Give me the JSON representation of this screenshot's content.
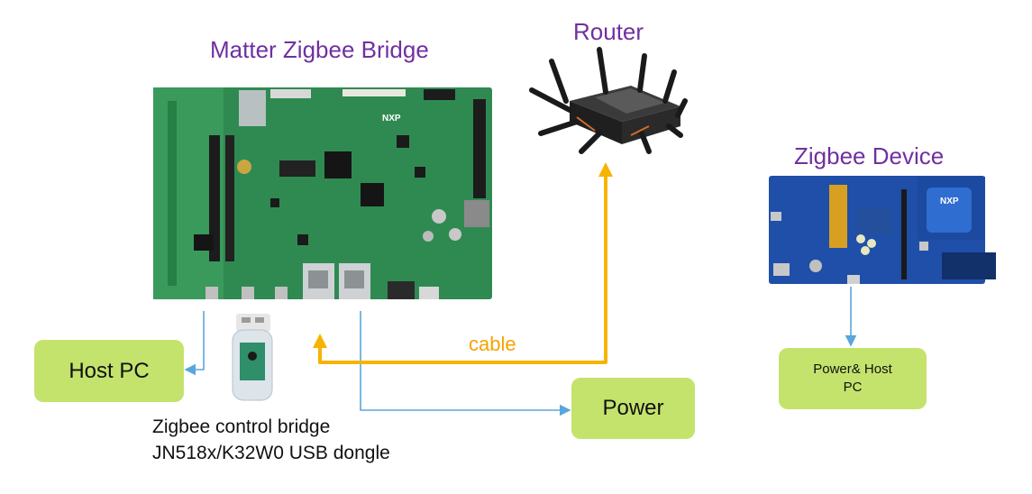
{
  "labels": {
    "bridge_title": "Matter Zigbee Bridge",
    "router_title": "Router",
    "zigbee_device_title": "Zigbee Device",
    "cable": "cable",
    "board_logo": "NXP",
    "device_logo": "NXP"
  },
  "boxes": {
    "host_pc": "Host PC",
    "power": "Power",
    "power_host_pc_line1": "Power& Host",
    "power_host_pc_line2": "PC"
  },
  "dongle_caption": {
    "line1": "Zigbee control bridge",
    "line2": "JN518x/K32W0 USB dongle"
  },
  "colors": {
    "title": "#7030a0",
    "box_fill": "#c4e36d",
    "cable": "#f6b400",
    "thin_line": "#5aa6dc",
    "board_green": "#2f8a52",
    "device_blue": "#1f4fa8"
  }
}
